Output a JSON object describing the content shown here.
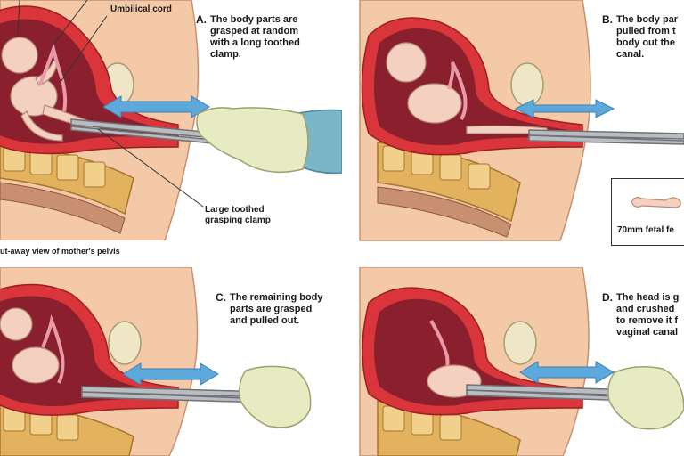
{
  "panel_a": {
    "letter": "A.",
    "caption_lines": [
      "The body parts are",
      "grasped at random",
      "with a long toothed",
      "clamp."
    ],
    "umbilical_label": "Umbilical cord",
    "clamp_label_lines": [
      "Large toothed",
      "grasping clamp"
    ],
    "footer": "ut-away view of mother's pelvis"
  },
  "panel_b": {
    "letter": "B.",
    "caption_lines": [
      "The body par",
      "pulled from t",
      "body out the",
      "canal."
    ],
    "femur_label": "70mm fetal fe"
  },
  "panel_c": {
    "letter": "C.",
    "caption_lines": [
      "The remaining body",
      "parts are grasped",
      "and pulled out."
    ]
  },
  "panel_d": {
    "letter": "D.",
    "caption_lines": [
      "The head is g",
      "and crushed",
      "to remove it f",
      "vaginal canal"
    ]
  },
  "colors": {
    "skin": "#f4c9a8",
    "uterus_wall": "#d9353a",
    "cavity": "#8a1f2e",
    "fetus": "#f3d0c0",
    "spine": "#d6a04a",
    "arrow": "#5ea9dc",
    "glove": "#e6ebc2",
    "instrument": "#b9bcc0"
  }
}
